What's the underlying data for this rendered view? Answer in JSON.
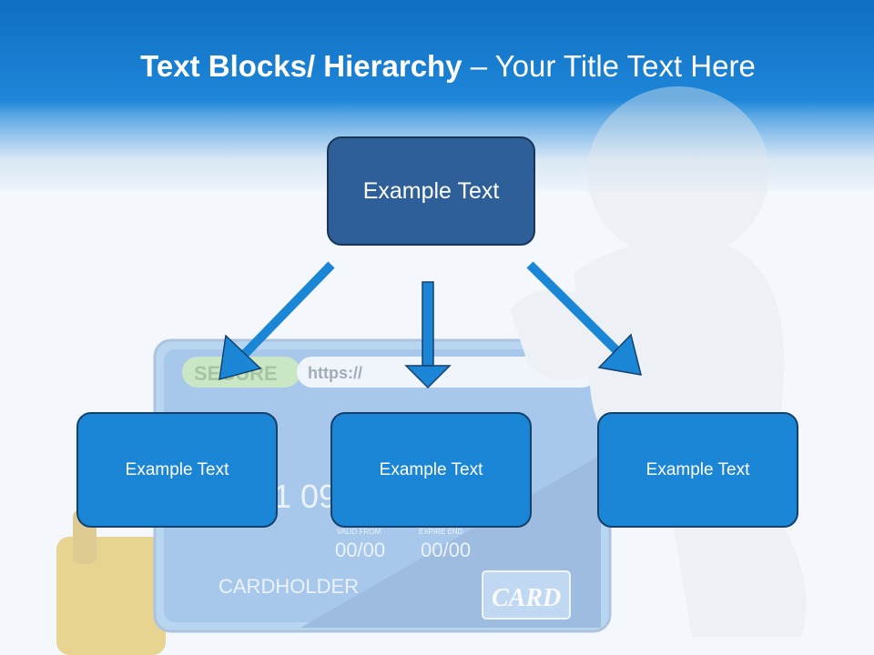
{
  "title": {
    "bold": "Text Blocks/ Hierarchy",
    "dash": " – ",
    "rest": "Your Title Text Here"
  },
  "hierarchy": {
    "top_label": "Example Text",
    "children": [
      {
        "label": "Example Text"
      },
      {
        "label": "Example Text"
      },
      {
        "label": "Example Text"
      }
    ]
  },
  "background_card": {
    "secure_label": "SECURE",
    "url_label": "https://",
    "number_fragment": "1 09",
    "valid_from_label": "VALID FROM",
    "expire_end_label": "EXPIRE END",
    "valid_from_value": "00/00",
    "expire_end_value": "00/00",
    "holder_label": "CARDHOLDER",
    "card_label": "CARD"
  },
  "colors": {
    "header_blue": "#1e86d8",
    "top_box": "#2e5f98",
    "child_box": "#1c86d6",
    "arrow": "#1c86d6"
  }
}
